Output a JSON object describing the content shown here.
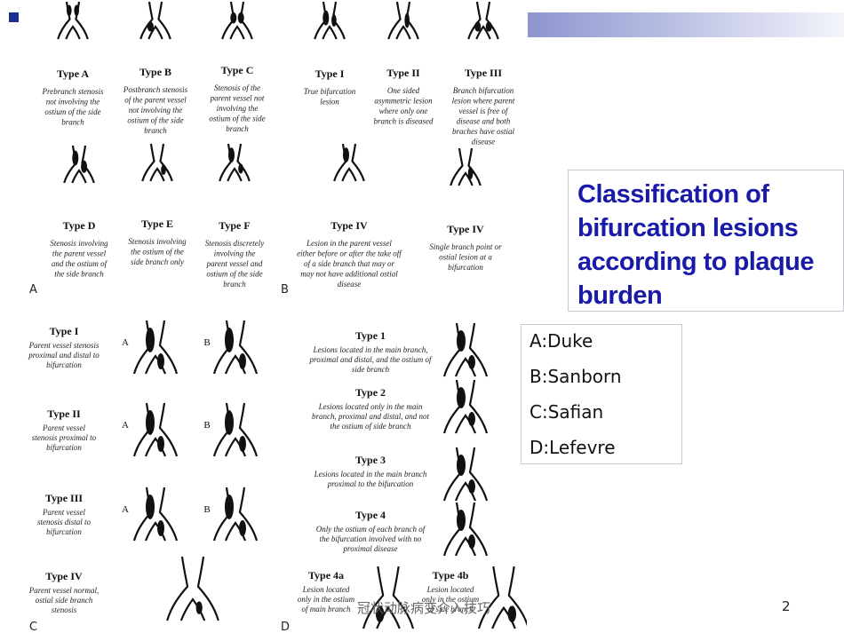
{
  "slide": {
    "title": "Classification of bifurcation lesions according to plaque burden",
    "title_lines": [
      "Classification of",
      "bifurcation lesions",
      "according to plaque",
      "burden"
    ],
    "classifications": [
      "A:Duke",
      "B:Sanborn",
      "C:Safian",
      "D:Lefevre"
    ],
    "footer": "冠状动脉病变介入技巧",
    "page_number": "2",
    "colors": {
      "title": "#1a1aa8",
      "bullet": "#1c2e8f",
      "bar_start": "#8e95cf",
      "bar_end": "#f4f5fb"
    }
  },
  "figure": {
    "panel_labels": [
      "A",
      "B",
      "C",
      "D"
    ],
    "panelA": [
      {
        "name": "Type A",
        "desc": [
          "Prebranch stenosis",
          "not involving the",
          "ostium of the side",
          "branch"
        ]
      },
      {
        "name": "Type B",
        "desc": [
          "Postbranch stenosis",
          "of the parent vessel",
          "not involving the",
          "ostium of the side",
          "branch"
        ]
      },
      {
        "name": "Type C",
        "desc": [
          "Stenosis of the",
          "parent vessel not",
          "involving the",
          "ostium of the side",
          "branch"
        ]
      },
      {
        "name": "Type D",
        "desc": [
          "Stenosis involving",
          "the parent vessel",
          "and the ostium of",
          "the side branch"
        ]
      },
      {
        "name": "Type E",
        "desc": [
          "Stenosis involving",
          "the ostium of the",
          "side branch only"
        ]
      },
      {
        "name": "Type F",
        "desc": [
          "Stenosis discretely",
          "involving the",
          "parent vessel and",
          "ostium of the side",
          "branch"
        ]
      }
    ],
    "panelB": [
      {
        "name": "Type I",
        "desc": [
          "True bifurcation",
          "lesion"
        ]
      },
      {
        "name": "Type II",
        "desc": [
          "One sided",
          "asymmetric lesion",
          "where only one",
          "branch is diseased"
        ]
      },
      {
        "name": "Type III",
        "desc": [
          "Branch bifurcation",
          "lesion where parent",
          "vessel is free of",
          "disease and both",
          "braches have ostial",
          "disease"
        ]
      },
      {
        "name": "Type IV",
        "desc": [
          "Lesion in the parent vessel",
          "either before or after the take off",
          "of a side branch that may or",
          "may not have additional ostial",
          "disease"
        ]
      },
      {
        "name": "Type IV",
        "desc": [
          "Single branch point or",
          "ostial lesion at a",
          "bifurcation"
        ]
      }
    ],
    "panelC": [
      {
        "name": "Type I",
        "desc": [
          "Parent vessel stenosis",
          "proximal and distal to",
          "bifurcation"
        ]
      },
      {
        "name": "Type II",
        "desc": [
          "Parent vessel",
          "stenosis proximal to",
          "bifurcation"
        ]
      },
      {
        "name": "Type III",
        "desc": [
          "Parent vessel",
          "stenosis distal to",
          "bifurcation"
        ]
      },
      {
        "name": "Type IV",
        "desc": [
          "Parent vessel normal,",
          "ostial side branch",
          "stenosis"
        ]
      }
    ],
    "panelC_variants": [
      "A",
      "B"
    ],
    "panelD": [
      {
        "name": "Type 1",
        "desc": [
          "Lesions located in the main branch,",
          "proximal and distal, and the ostium of",
          "side branch"
        ]
      },
      {
        "name": "Type 2",
        "desc": [
          "Lesions located only in the  main",
          "branch, proximal and distal, and not",
          "the ostium of side branch"
        ]
      },
      {
        "name": "Type 3",
        "desc": [
          "Lesions located in the main branch",
          "proximal to the bifurcation"
        ]
      },
      {
        "name": "Type 4",
        "desc": [
          "Only the ostium of each branch of",
          "the bifurcation involved with no",
          "proximal disease"
        ]
      },
      {
        "name": "Type 4a",
        "desc": [
          "Lesion located",
          "only in  the ostium",
          "of main branch"
        ]
      },
      {
        "name": "Type 4b",
        "desc": [
          "Lesion located",
          "only in the ostium",
          "of side branch"
        ]
      }
    ]
  }
}
